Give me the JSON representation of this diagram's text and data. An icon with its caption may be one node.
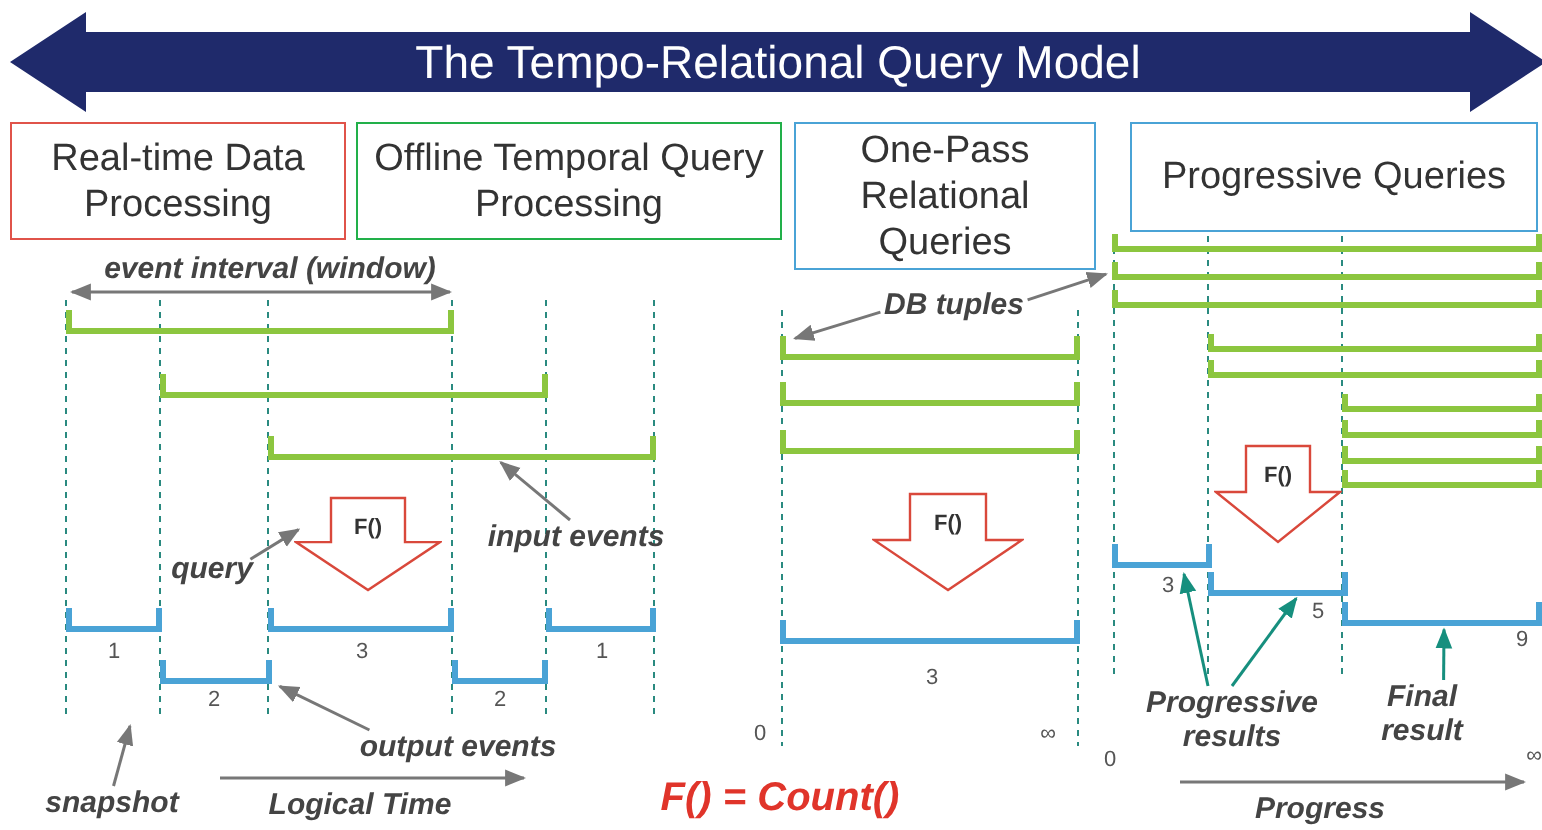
{
  "diagram": {
    "nodes": [
      {
        "text": [
          "The Tempo-Relational Query Model"
        ]
      },
      {
        "text": [
          "Real-time Data Processing"
        ]
      },
      {
        "text": [
          "Offline Temporal Query Processing"
        ]
      },
      {
        "text": [
          "One-Pass Relational Queries"
        ]
      },
      {
        "text": [
          "Progressive Queries"
        ]
      },
      {
        "text": [],
        "shape": "bar"
      },
      {
        "text": [],
        "shape": "bar"
      },
      {
        "text": [],
        "shape": "bar"
      },
      {
        "text": [
          "query"
        ]
      },
      {
        "text": [
          "F()"
        ]
      },
      {
        "text": [
          "input events"
        ]
      },
      {
        "text": [],
        "shape": "bar",
        "beside": [
          "1"
        ]
      },
      {
        "text": [],
        "shape": "bar",
        "beside": [
          "2"
        ]
      },
      {
        "text": [],
        "shape": "bar",
        "beside": [
          "3"
        ]
      },
      {
        "text": [],
        "shape": "bar",
        "beside": [
          "2"
        ]
      },
      {
        "text": [],
        "shape": "bar",
        "beside": [
          "1"
        ]
      },
      {
        "text": [
          "output events"
        ]
      },
      {
        "text": [
          "snapshot"
        ]
      },
      {
        "text": [
          "DB tuples"
        ]
      },
      {
        "text": [],
        "shape": "bar"
      },
      {
        "text": [],
        "shape": "bar"
      },
      {
        "text": [],
        "shape": "bar"
      },
      {
        "text": [
          "F()"
        ]
      },
      {
        "text": [],
        "shape": "bar",
        "beside": [
          "3"
        ]
      },
      {
        "text": [],
        "shape": "bar"
      },
      {
        "text": [],
        "shape": "bar"
      },
      {
        "text": [],
        "shape": "bar"
      },
      {
        "text": [],
        "shape": "bar"
      },
      {
        "text": [],
        "shape": "bar"
      },
      {
        "text": [],
        "shape": "bar"
      },
      {
        "text": [],
        "shape": "bar"
      },
      {
        "text": [],
        "shape": "bar"
      },
      {
        "text": [],
        "shape": "bar"
      },
      {
        "text": [
          "F()"
        ]
      },
      {
        "text": [],
        "shape": "bar",
        "beside": [
          "3"
        ]
      },
      {
        "text": [],
        "shape": "bar",
        "beside": [
          "5"
        ]
      },
      {
        "text": [],
        "shape": "bar",
        "beside": [
          "9"
        ]
      },
      {
        "text": [
          "Progressive results"
        ]
      },
      {
        "text": [
          "Final result"
        ]
      }
    ],
    "edges": [
      {
        "from": 8,
        "to": 9,
        "arrow": "to"
      },
      {
        "from": 10,
        "to": 7,
        "arrow": "to"
      },
      {
        "from": 16,
        "to": 12,
        "arrow": "to"
      },
      {
        "from": 17,
        "to": null,
        "arrow": "to"
      },
      {
        "from": 18,
        "to": 19,
        "arrow": "to"
      },
      {
        "from": 18,
        "to": 25,
        "arrow": "to"
      },
      {
        "from": 37,
        "to": 34,
        "arrow": "to",
        "color": "#168f7e"
      },
      {
        "from": 37,
        "to": 35,
        "arrow": "to",
        "color": "#168f7e"
      },
      {
        "from": 38,
        "to": 36,
        "arrow": "to",
        "color": "#168f7e"
      }
    ],
    "labels": [
      "event interval (window)",
      "Logical Time",
      "0",
      "∞",
      "F() = Count()",
      "0",
      "∞",
      "Progress"
    ]
  }
}
